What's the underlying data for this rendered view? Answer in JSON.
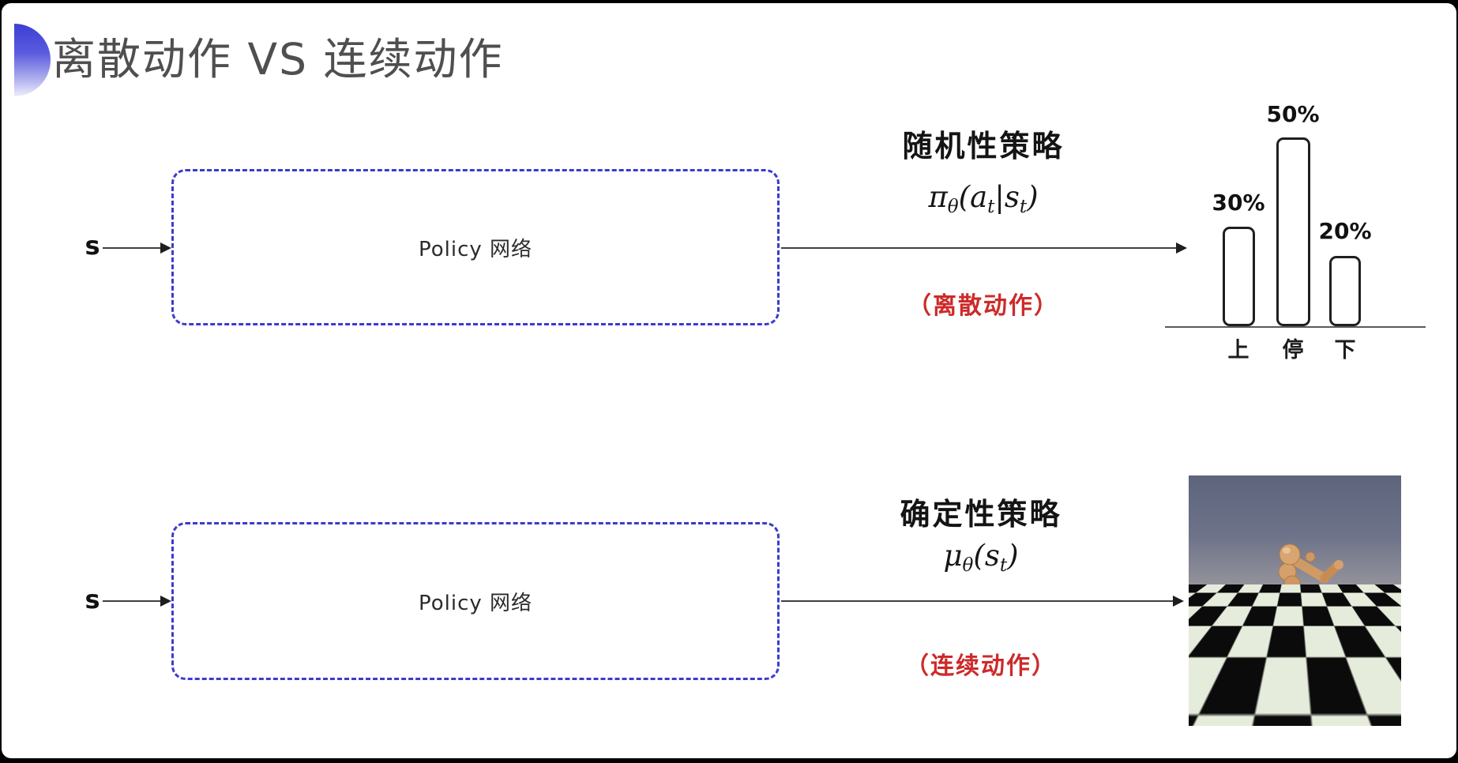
{
  "slide": {
    "title": "离散动作 VS 连续动作"
  },
  "row1": {
    "input_label": "s",
    "box_label": "Policy 网络",
    "policy_title": "随机性策略",
    "action_type": "（离散动作）",
    "formula": {
      "f1": "π",
      "s1": "θ",
      "f2": "(a",
      "s2": "t",
      "f3": "|s",
      "s3": "t",
      "f4": ")"
    }
  },
  "row2": {
    "input_label": "s",
    "box_label": "Policy 网络",
    "policy_title": "确定性策略",
    "action_type": "（连续动作）",
    "formula": {
      "f1": "μ",
      "s1": "θ",
      "f2": "(s",
      "s2": "t",
      "f3": ")"
    }
  },
  "chart_data": {
    "type": "bar",
    "categories": [
      "上",
      "停",
      "下"
    ],
    "values": [
      30,
      50,
      20
    ],
    "labels": [
      "30%",
      "50%",
      "20%"
    ],
    "title": "",
    "xlabel": "",
    "ylabel": "",
    "ylim": [
      0,
      60
    ],
    "grid": false,
    "legend": "none",
    "note": "hand-drawn outlined bars over a baseline; probabilities of discrete actions up/stop/down"
  },
  "colors": {
    "accent_blue_box": "#3b3bcf",
    "deco_blue": "#3c3ed6",
    "red_label": "#cd2a2a",
    "title_gray": "#4f4f4f",
    "arrow_black": "#1e1e1e"
  },
  "icons": {
    "deco": "half-circle-bullet",
    "render": "mujoco-humanoid-on-checkerboard"
  }
}
